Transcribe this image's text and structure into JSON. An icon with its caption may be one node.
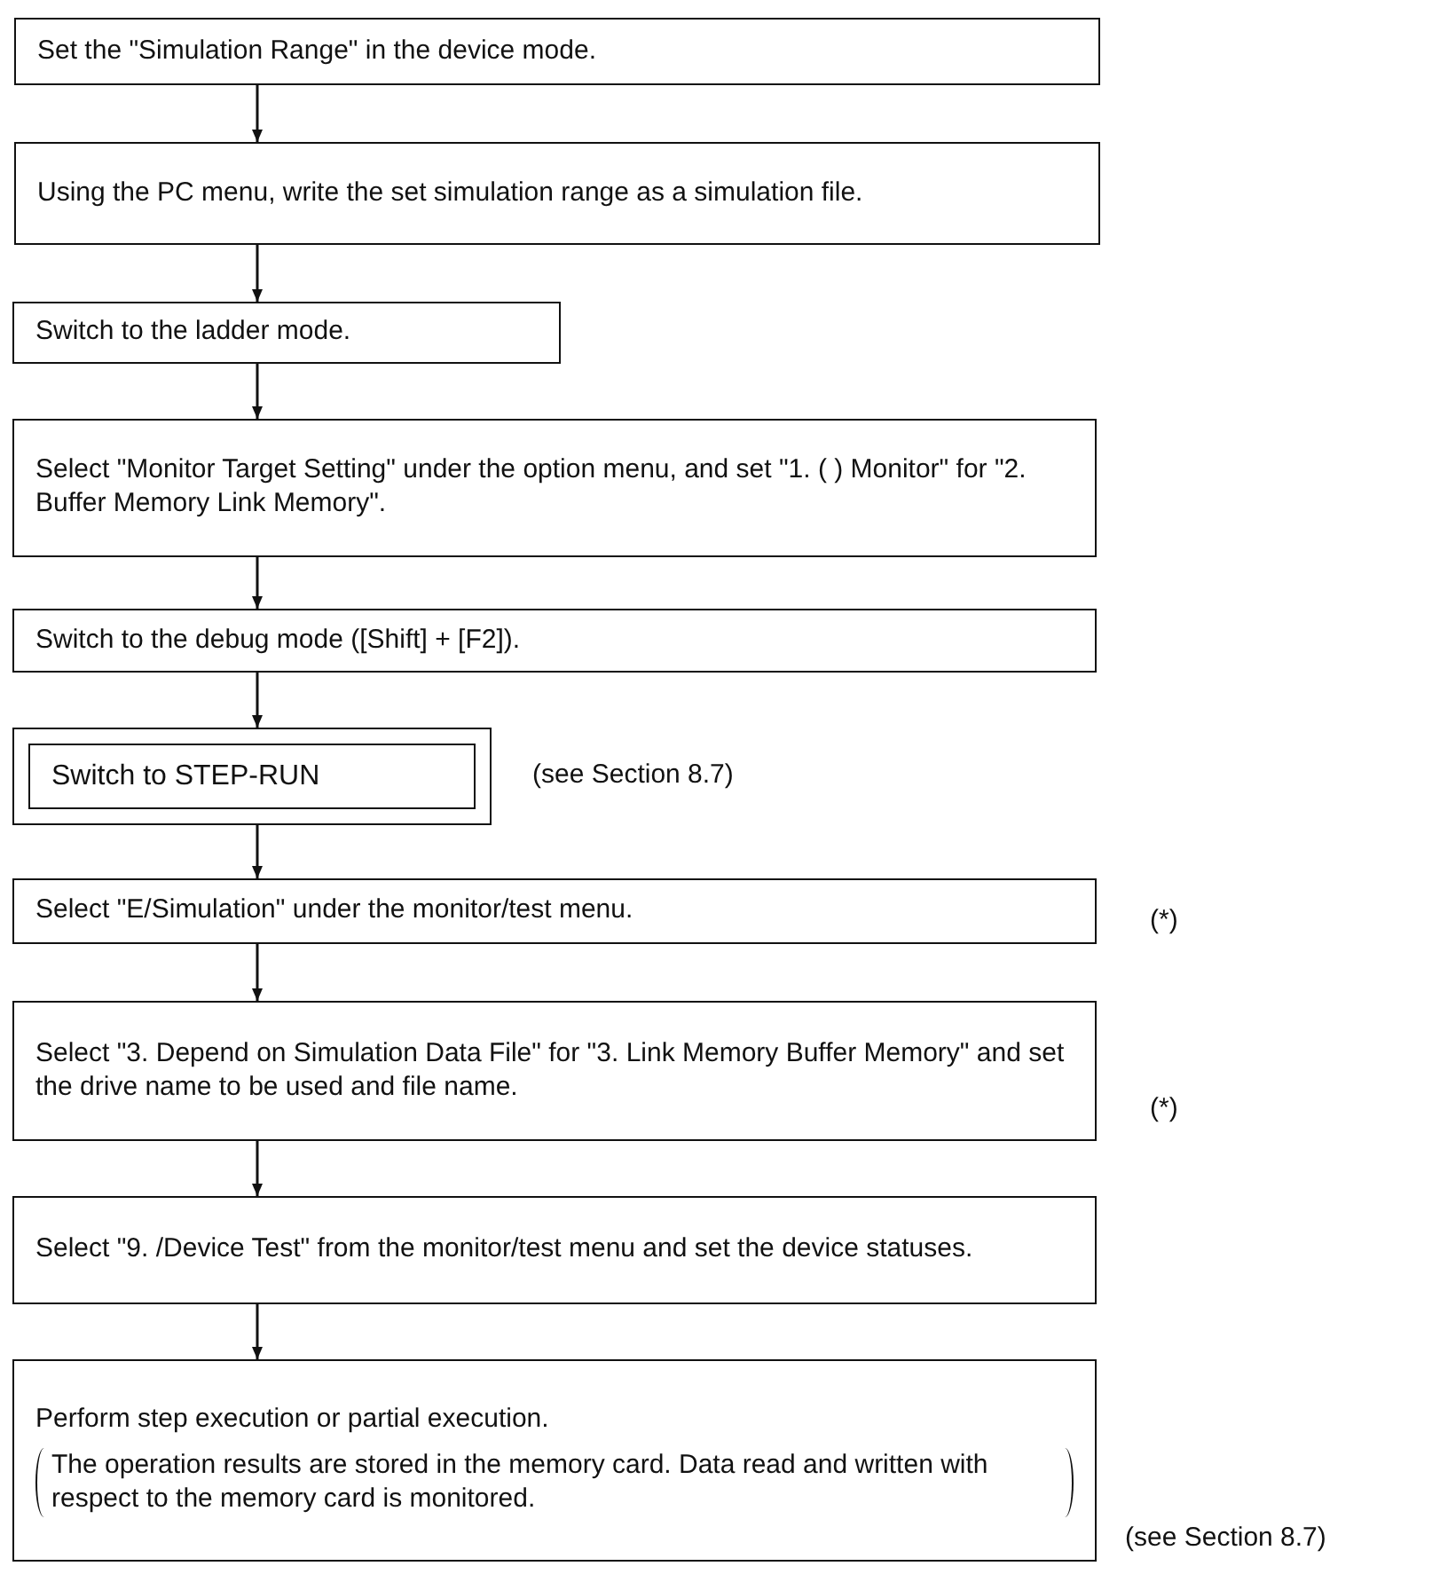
{
  "diagram": {
    "nodes": [
      {
        "text": [
          "Set the \"Simulation Range\" in the device mode."
        ]
      },
      {
        "text": [
          "Using the PC menu, write the set simulation range as a simulation file."
        ]
      },
      {
        "text": [
          "Switch to the ladder mode."
        ]
      },
      {
        "text": [
          "Select \"Monitor Target Setting\" under the option menu, and set \"1. ( ) Monitor\" for \"2. Buffer Memory Link Memory\"."
        ]
      },
      {
        "text": [
          "Switch to the debug mode ([Shift] + [F2])."
        ]
      },
      {
        "text": [
          "Switch to STEP-RUN"
        ],
        "beside": [
          "(see Section 8.7)"
        ]
      },
      {
        "text": [
          "Select \"E/Simulation\" under the monitor/test menu."
        ],
        "beside": [
          "(*)"
        ]
      },
      {
        "text": [
          "Select \"3. Depend on Simulation Data File\" for \"3. Link Memory Buffer Memory\" and set the drive name to be used and file name."
        ],
        "beside": [
          "(*)"
        ]
      },
      {
        "text": [
          "Select \"9. /Device Test\" from the monitor/test menu and set the device statuses."
        ]
      },
      {
        "text": [
          "Perform step execution or partial execution.",
          "The operation results are stored in the memory card. Data read and written with respect to the memory card is monitored."
        ],
        "beside": [
          "(see Section 8.7)"
        ]
      }
    ],
    "edges": [
      {
        "from": 0,
        "to": 1,
        "arrow": "to"
      },
      {
        "from": 1,
        "to": 2,
        "arrow": "to"
      },
      {
        "from": 2,
        "to": 3,
        "arrow": "to"
      },
      {
        "from": 3,
        "to": 4,
        "arrow": "to"
      },
      {
        "from": 4,
        "to": 5,
        "arrow": "to"
      },
      {
        "from": 5,
        "to": 6,
        "arrow": "to"
      },
      {
        "from": 6,
        "to": 7,
        "arrow": "to"
      },
      {
        "from": 7,
        "to": 8,
        "arrow": "to"
      },
      {
        "from": 8,
        "to": 9,
        "arrow": "to"
      }
    ]
  }
}
